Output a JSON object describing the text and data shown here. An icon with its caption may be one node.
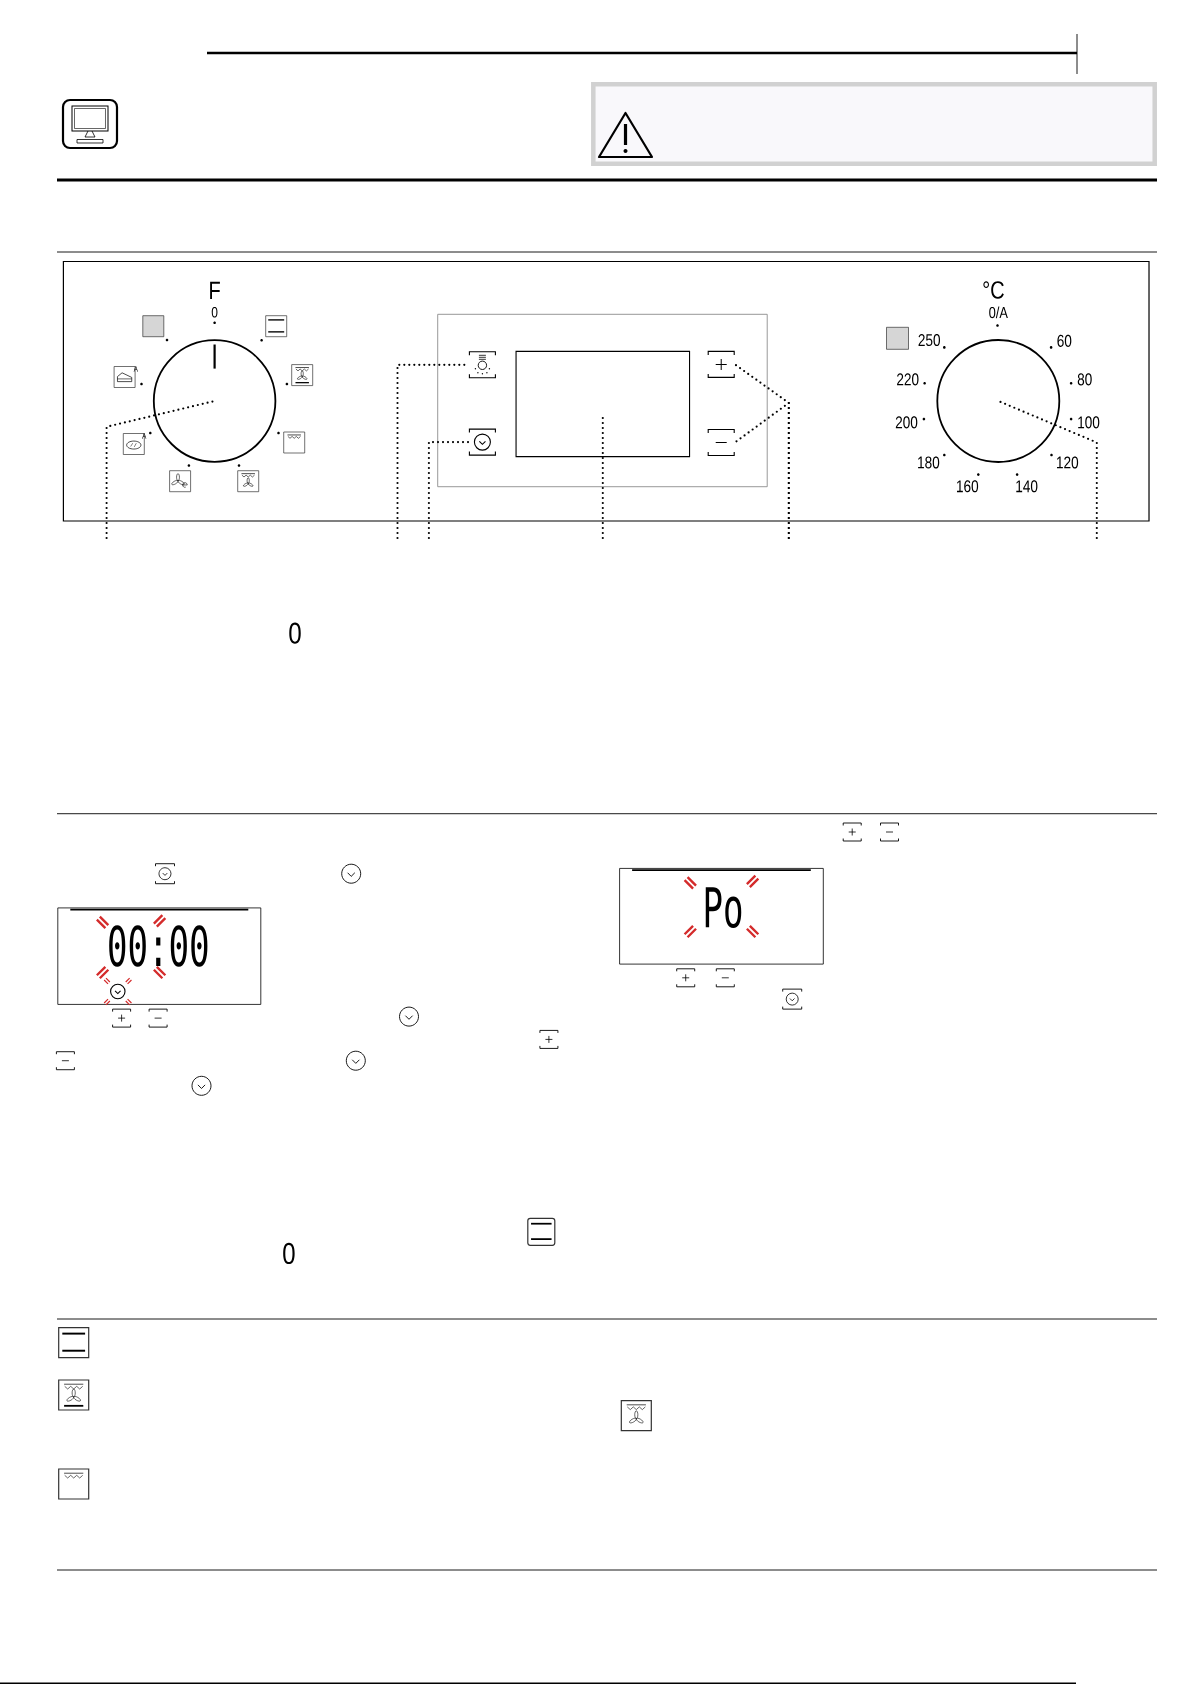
{
  "diagram": {
    "nodes": [
      {
        "text": [],
        "shape": "circle"
      },
      {
        "text": [],
        "shape": "picture"
      },
      {
        "text": [],
        "shape": "picture"
      },
      {
        "text": [],
        "shape": "box"
      },
      {
        "text": [],
        "shape": "picture"
      },
      {
        "text": [],
        "shape": "picture"
      },
      {
        "text": [],
        "shape": "circle"
      },
      {
        "text": [
          "00:00"
        ]
      },
      {
        "text": [
          "Po"
        ]
      }
    ],
    "edges": [
      {
        "from": null,
        "to": 0,
        "arrow": "none"
      },
      {
        "from": null,
        "to": 1,
        "arrow": "none"
      },
      {
        "from": null,
        "to": 2,
        "arrow": "none"
      },
      {
        "from": null,
        "to": 3,
        "arrow": "none"
      },
      {
        "from": null,
        "to": 4,
        "arrow": "none"
      },
      {
        "from": null,
        "to": 5,
        "arrow": "none"
      },
      {
        "from": null,
        "to": 6,
        "arrow": "none"
      }
    ],
    "labels": [
      "F",
      "0",
      "A",
      "A",
      "°C",
      "0/A",
      "250",
      "60",
      "220",
      "80",
      "200",
      "100",
      "180",
      "120",
      "160",
      "140",
      "0",
      "0"
    ]
  }
}
